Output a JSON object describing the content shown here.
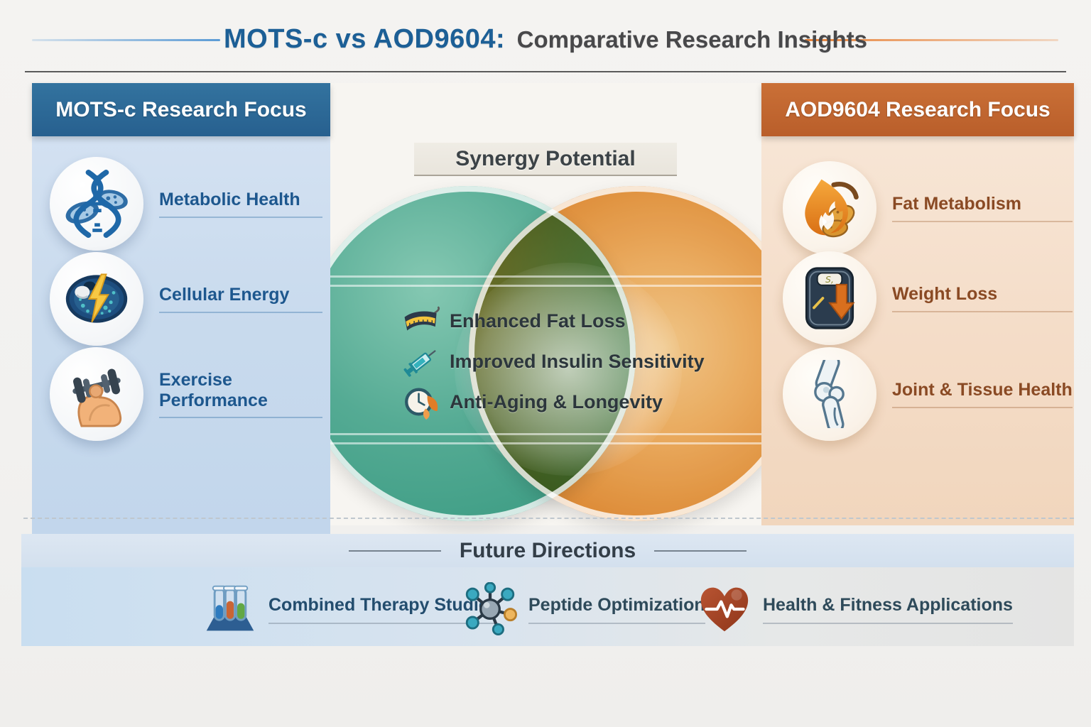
{
  "title": {
    "highlight": "MOTS-c vs AOD9604:",
    "rest": "Comparative Research Insights"
  },
  "left_panel": {
    "header": "MOTS-c Research Focus",
    "items": [
      {
        "label": "Metabolic Health",
        "icon": "dna-cell-icon"
      },
      {
        "label": "Cellular Energy",
        "icon": "cell-lightning-icon"
      },
      {
        "label": "Exercise Performance",
        "icon": "muscle-dumbbell-icon"
      }
    ]
  },
  "right_panel": {
    "header": "AOD9604 Research Focus",
    "items": [
      {
        "label": "Fat Metabolism",
        "icon": "flame-fat-icon"
      },
      {
        "label": "Weight Loss",
        "icon": "scale-arrow-icon"
      },
      {
        "label": "Joint & Tissue Health",
        "icon": "knee-joint-icon"
      }
    ]
  },
  "venn": {
    "header": "Synergy Potential",
    "items": [
      {
        "label": "Enhanced Fat Loss",
        "icon": "tape-measure-icon"
      },
      {
        "label": "Improved Insulin Sensitivity",
        "icon": "syringe-icon"
      },
      {
        "label": "Anti-Aging & Longevity",
        "icon": "clock-longevity-icon"
      }
    ]
  },
  "future": {
    "header": "Future Directions",
    "items": [
      {
        "label": "Combined Therapy Studies",
        "icon": "test-tubes-icon"
      },
      {
        "label": "Peptide Optimization",
        "icon": "molecule-icon"
      },
      {
        "label": "Health & Fitness Applications",
        "icon": "heart-ekg-icon"
      }
    ]
  },
  "colors": {
    "left_accent": "#2d6da3",
    "right_accent": "#c2652e",
    "venn_teal": "#46a28b",
    "venn_orange": "#e8952f",
    "title_blue": "#1c5f96",
    "title_gray": "#48484a"
  }
}
